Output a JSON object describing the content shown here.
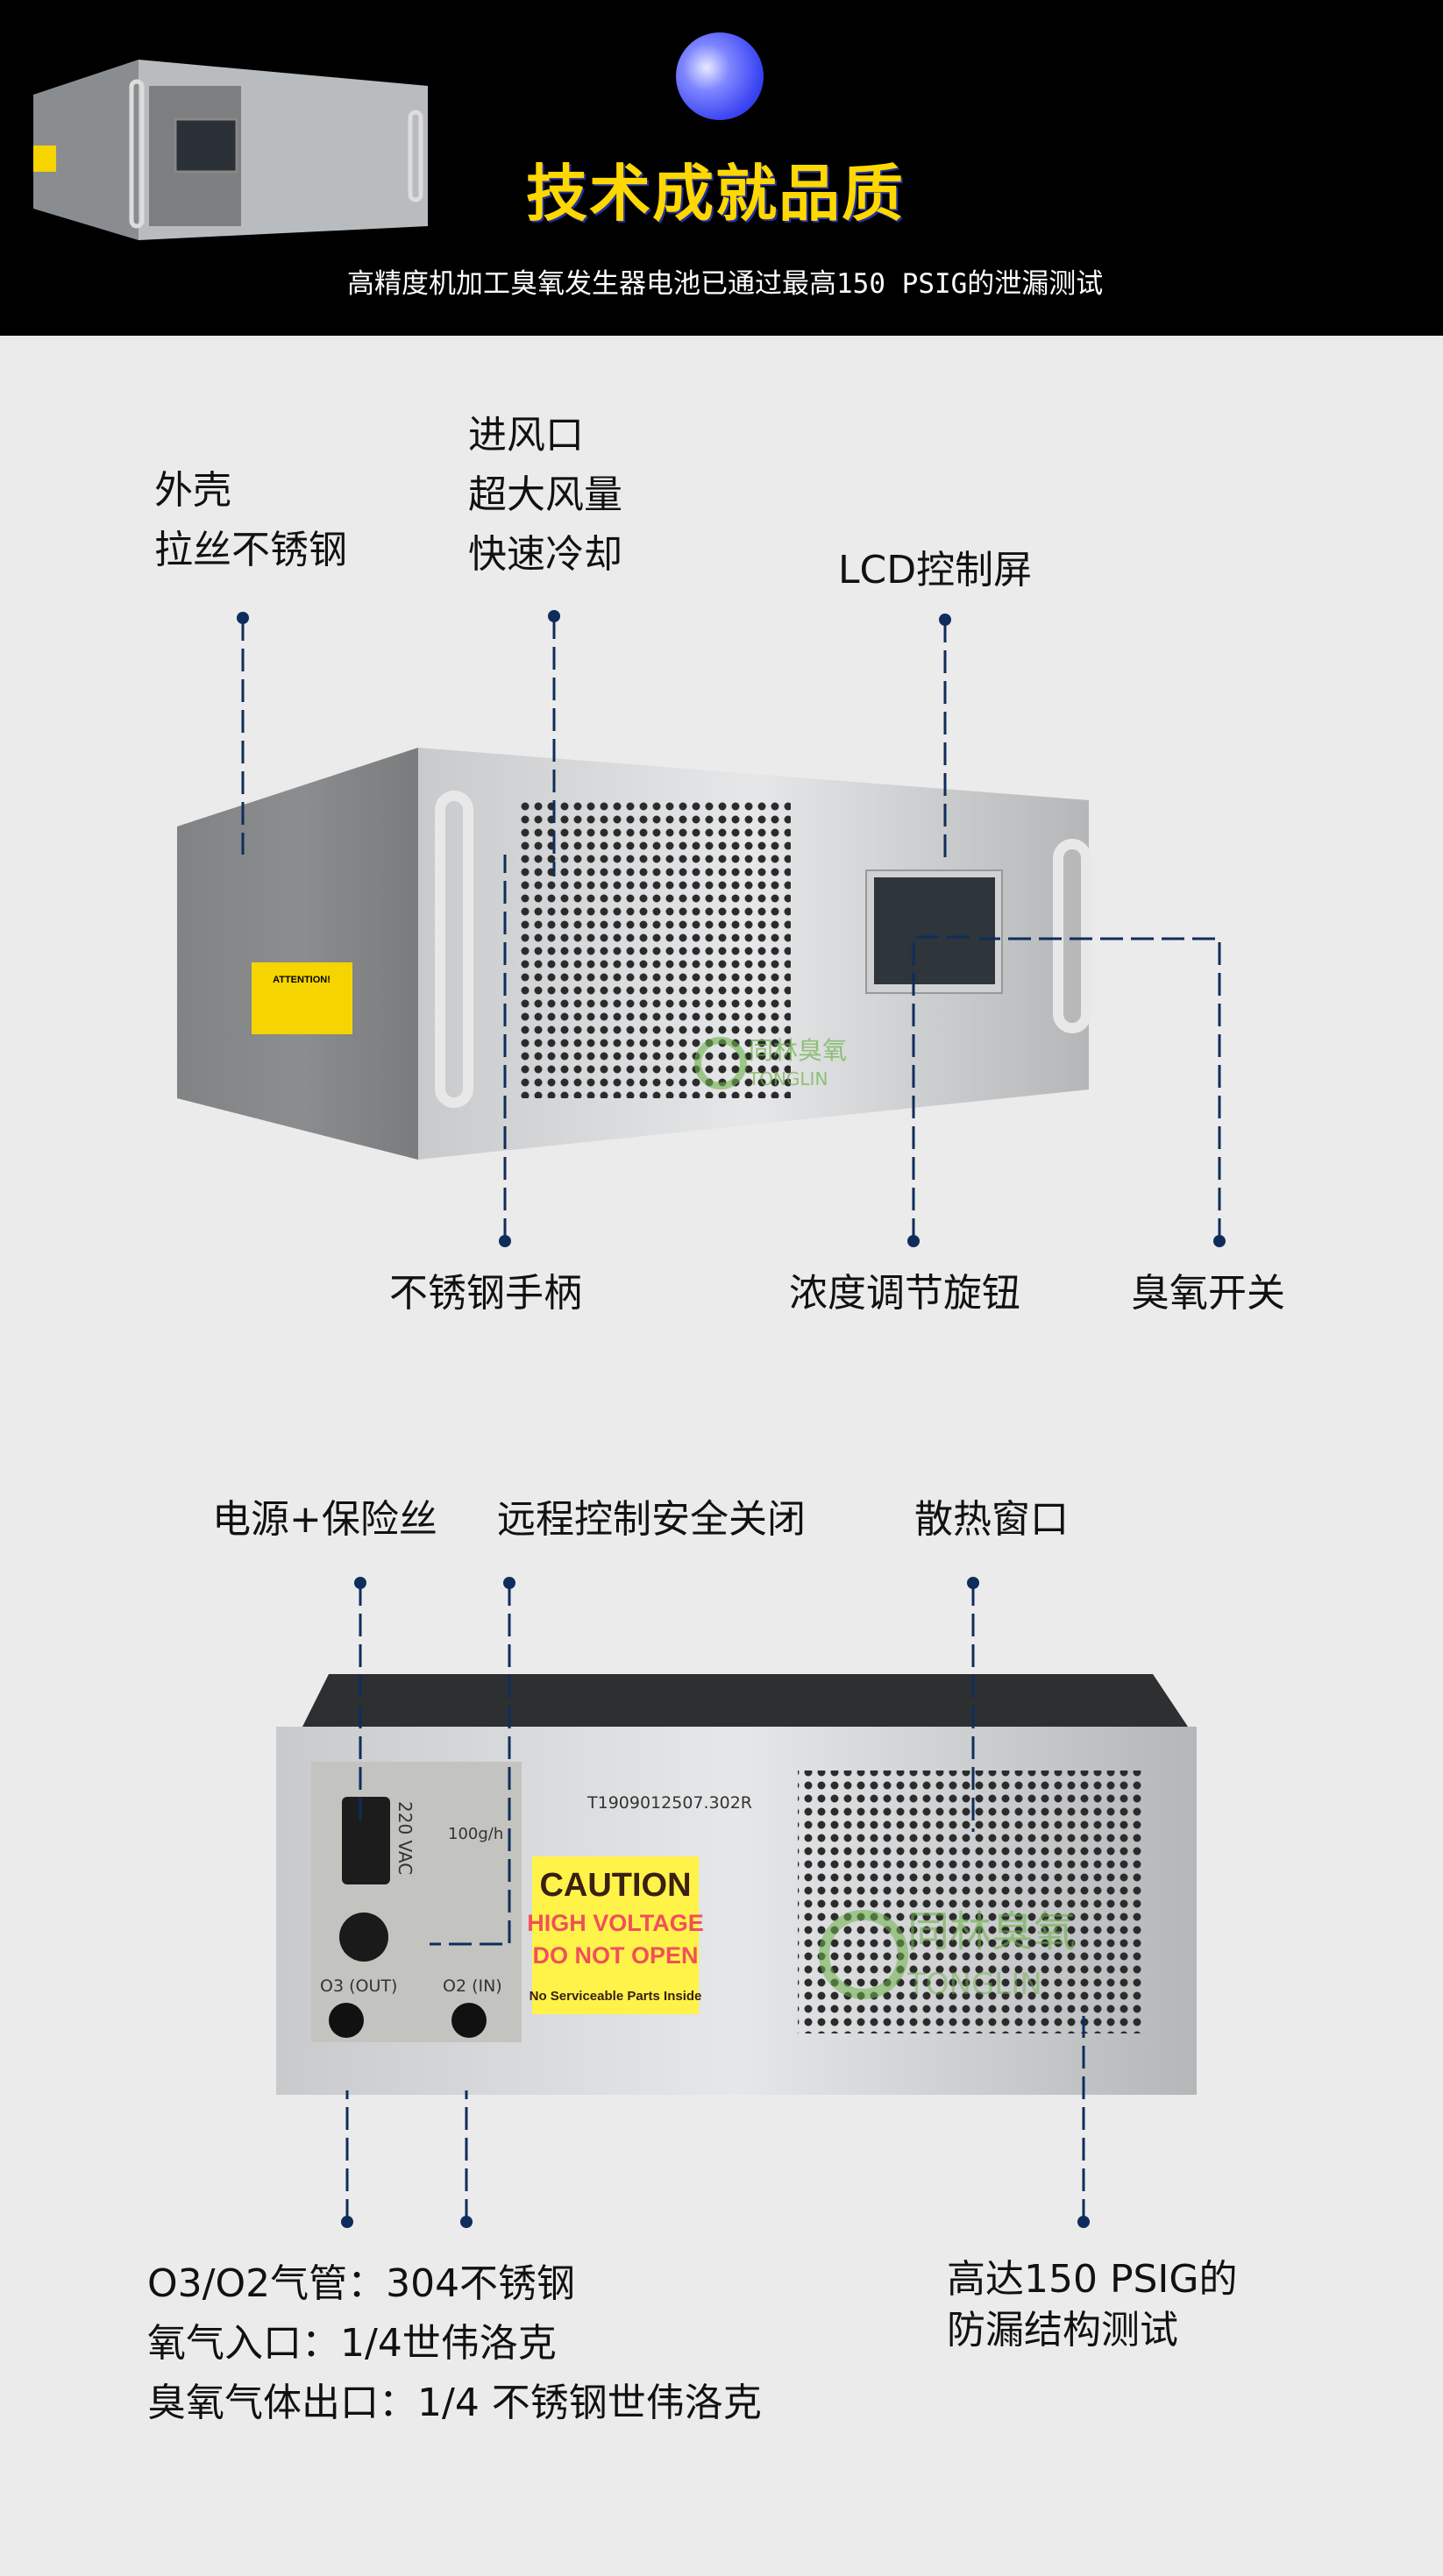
{
  "header": {
    "title": "技术成就品质",
    "subtitle": "高精度机加工臭氧发生器电池已通过最高150 PSIG的泄漏测试",
    "title_color": "#ffd800",
    "logo_icon": "blue-sphere-icon"
  },
  "front_view": {
    "labels": {
      "shell": [
        "外壳",
        "拉丝不锈钢"
      ],
      "air_inlet": [
        "进风口",
        "超大风量",
        "快速冷却"
      ],
      "lcd": "LCD控制屏",
      "handle": "不锈钢手柄",
      "knob": "浓度调节旋钮",
      "switch": "臭氧开关"
    },
    "device": {
      "sticker": "ATTENTION!",
      "brand_cn": "同林臭氧",
      "brand_en": "TONGLIN"
    }
  },
  "rear_view": {
    "labels": {
      "power": "电源+保险丝",
      "remote": "远程控制安全关闭",
      "vent": "散热窗口"
    },
    "device": {
      "serial": "T1909012507.302R",
      "voltage": "220 VAC",
      "output": "100g/h",
      "o3_port": "O3 (OUT)",
      "o2_port": "O2 (IN)",
      "caution_title": "CAUTION",
      "caution_line1": "HIGH VOLTAGE",
      "caution_line2": "DO NOT OPEN",
      "caution_note": "No Serviceable Parts Inside",
      "brand_cn": "同林臭氧",
      "brand_en": "TONGLIN"
    },
    "notes_left": [
      "O3/O2气管：304不锈钢",
      "氧气入口：1/4世伟洛克",
      "臭氧气体出口：1/4 不锈钢世伟洛克"
    ],
    "notes_right": [
      "高达150 PSIG的",
      "防漏结构测试"
    ]
  },
  "colors": {
    "leader_line": "#0f2d5c",
    "background": "#ebebeb"
  }
}
